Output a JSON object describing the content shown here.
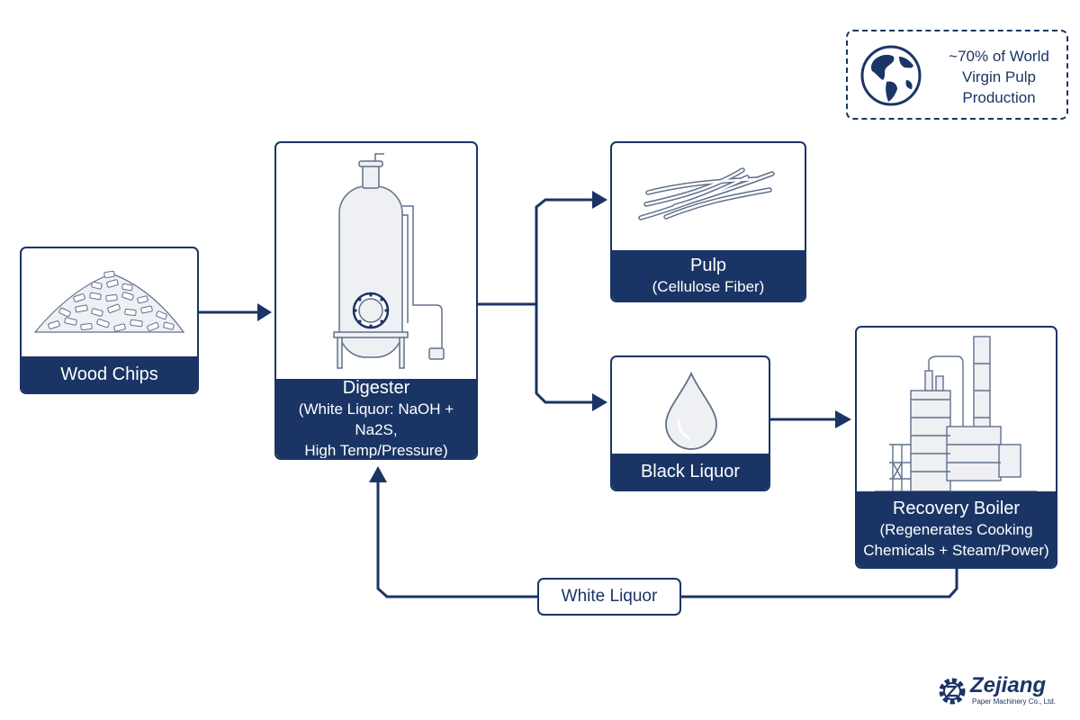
{
  "nodes": {
    "wood_chips": {
      "title": "Wood Chips"
    },
    "digester": {
      "title": "Digester",
      "subtitle_1": "(White Liquor: NaOH + Na2S,",
      "subtitle_2": "High Temp/Pressure)"
    },
    "pulp": {
      "title": "Pulp",
      "subtitle_1": "(Cellulose Fiber)"
    },
    "black_liquor": {
      "title": "Black Liquor"
    },
    "recovery_boiler": {
      "title": "Recovery Boiler",
      "subtitle_1": "(Regenerates Cooking",
      "subtitle_2": "Chemicals + Steam/Power)"
    }
  },
  "return_flow": {
    "label": "White Liquor"
  },
  "callout": {
    "line_1": "~70% of World",
    "line_2": "Virgin Pulp",
    "line_3": "Production",
    "icon": "globe-icon"
  },
  "brand": {
    "wordmark": "Zejiang",
    "tagline": "Paper Machinery Co., Ltd."
  },
  "colors": {
    "navy": "#1a3565",
    "background": "#ffffff",
    "illustration_fill": "#eef0f4",
    "illustration_stroke": "#60708a"
  }
}
